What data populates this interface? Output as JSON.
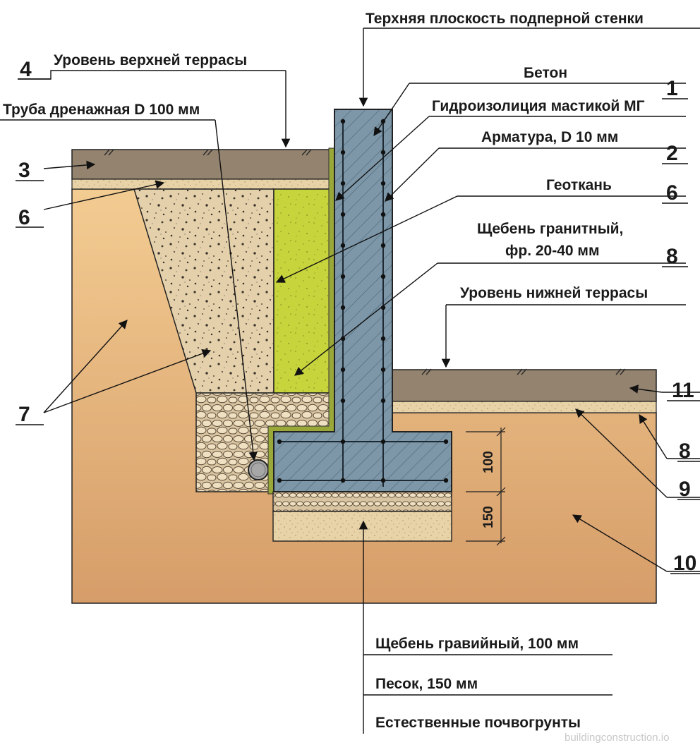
{
  "labels": {
    "top_plane": "Терхняя плоскость подперной стенки",
    "upper_terrace": "Уровень верхней террасы",
    "drain_pipe": "Труба дренажная D 100 мм",
    "concrete": "Бетон",
    "waterproofing": "Гидроизолиция мастикой МГ",
    "rebar": "Арматура, D 10 мм",
    "geotextile": "Геоткань",
    "granite_gravel_1": "Щебень гранитный,",
    "granite_gravel_2": "фр. 20-40 мм",
    "lower_terrace": "Уровень нижней террасы",
    "gravel_layer": "Щебень гравийный, 100 мм",
    "sand_layer": "Песок, 150 мм",
    "natural_soil": "Естественные почвогрунты"
  },
  "numbers": {
    "n1": "1",
    "n2": "2",
    "n3": "3",
    "n4": "4",
    "n6a": "6",
    "n6b": "6",
    "n7": "7",
    "n8a": "8",
    "n8b": "8",
    "n9": "9",
    "n10": "10",
    "n11": "11"
  },
  "dimensions": {
    "d100": "100",
    "d150": "150"
  },
  "watermark": "buildingconstruction.io",
  "colors": {
    "soil_top": "#f2c98e",
    "soil_bottom": "#d79f6c",
    "topsoil": "#93836f",
    "sand": "#e6cfa4",
    "crushed_fill": "#e3cfaa",
    "geotextile_fill": "#c6d43a",
    "concrete": "#7b95a6",
    "cobble": "#ead9b8",
    "waterproofing": "#9aa83a"
  }
}
